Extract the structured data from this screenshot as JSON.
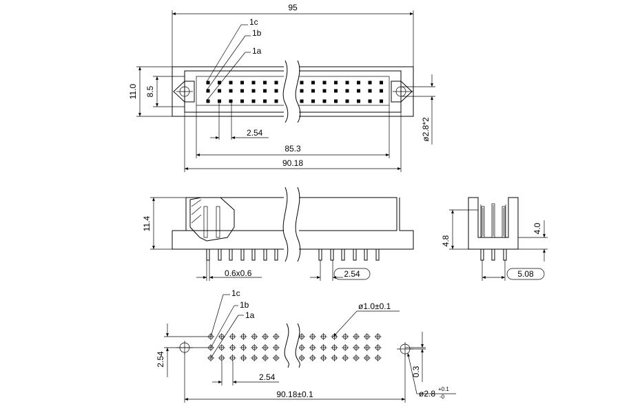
{
  "top_view": {
    "dim_total_width": "95",
    "dim_height": "11.0",
    "dim_inner_height": "8.5",
    "dim_pitch": "2.54",
    "dim_row_span": "85.3",
    "dim_mount_span": "90.18",
    "dim_hole": "ø2.8*2",
    "label_row_c": "1c",
    "label_row_b": "1b",
    "label_row_a": "1a"
  },
  "front_view": {
    "dim_height": "11.4",
    "dim_pin_size": "0.6x0.6",
    "dim_pitch": "2.54"
  },
  "side_view": {
    "dim_a": "4.8",
    "dim_b": "4.0",
    "dim_width": "5.08"
  },
  "pcb_layout": {
    "label_row_c": "1c",
    "label_row_b": "1b",
    "label_row_a": "1a",
    "dim_pin_hole": "ø1.0±0.1",
    "dim_row_pitch": "2.54",
    "dim_pitch": "2.54",
    "dim_offset": "0.3",
    "dim_mount_span": "90.18±0.1",
    "dim_mount_hole_main": "ø2.8",
    "dim_mount_hole_tol_upper": "+0.1",
    "dim_mount_hole_tol_lower": "-0"
  }
}
